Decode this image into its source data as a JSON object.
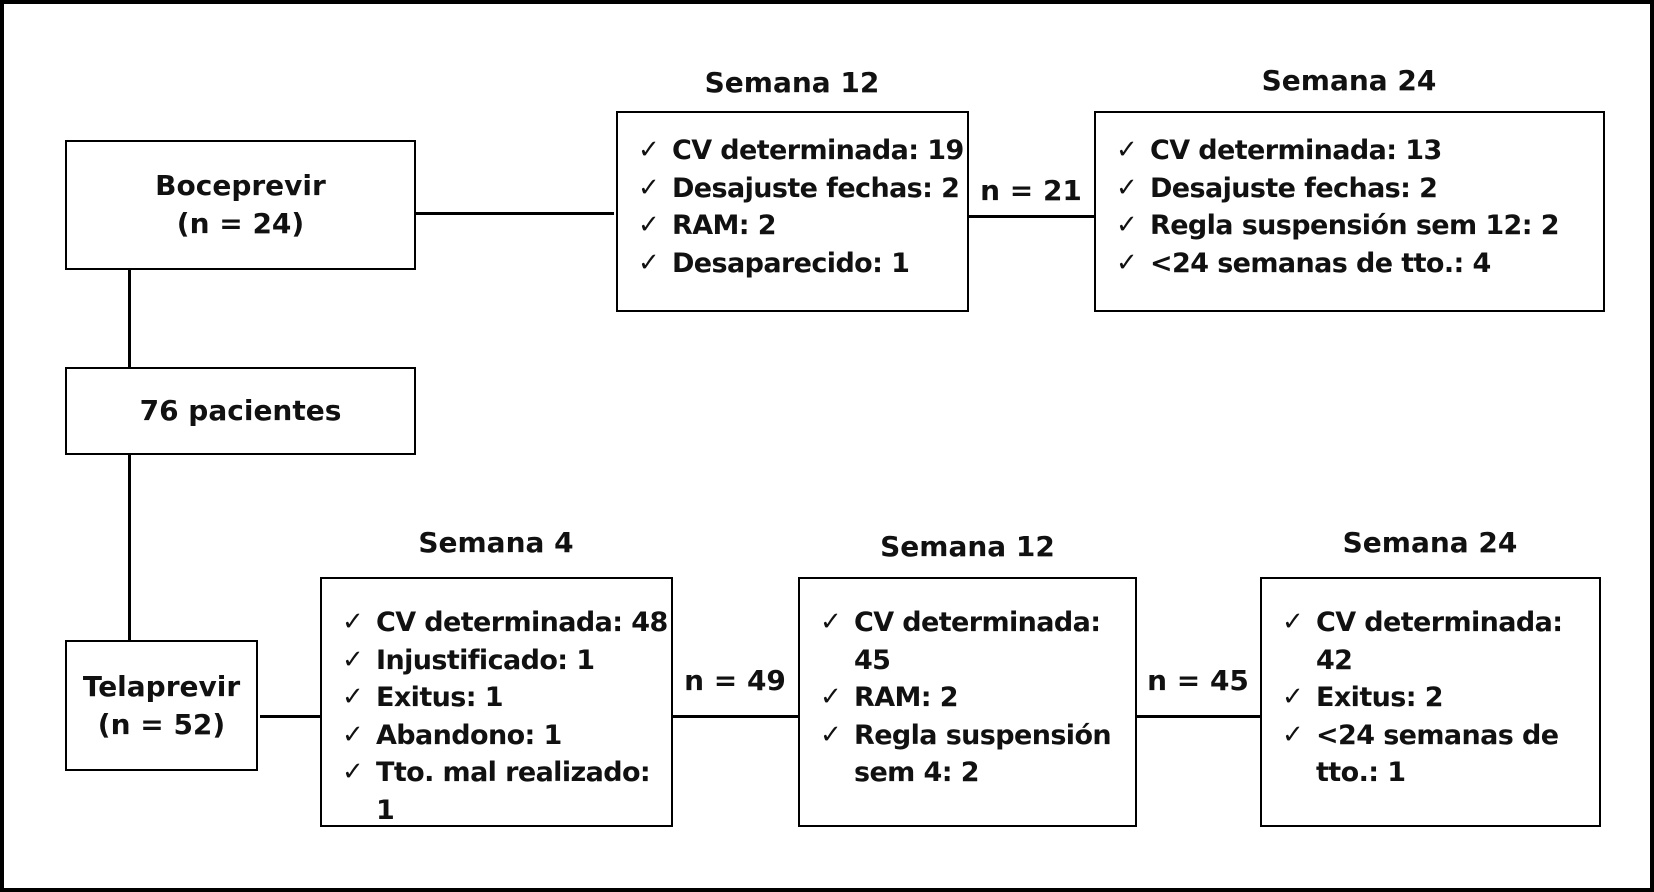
{
  "check_icon": "✓",
  "bocep": {
    "name": "Boceprevir",
    "n": "(n = 24)"
  },
  "total": {
    "label": "76 pacientes"
  },
  "telap": {
    "name": "Telaprevir",
    "n": "(n = 52)"
  },
  "boc_w12": {
    "title": "Semana 12",
    "items": [
      "CV determinada: 19",
      "Desajuste fechas: 2",
      "RAM: 2",
      "Desaparecido: 1"
    ]
  },
  "boc_n": "n = 21",
  "boc_w24": {
    "title": "Semana 24",
    "items": [
      "CV determinada: 13",
      "Desajuste fechas: 2",
      "Regla suspensión sem 12: 2",
      "<24 semanas de tto.: 4"
    ]
  },
  "tel_w4": {
    "title": "Semana 4",
    "items": [
      "CV determinada: 48",
      "Injustificado: 1",
      "Exitus: 1",
      "Abandono: 1",
      "Tto. mal realizado: 1"
    ]
  },
  "tel_n1": "n = 49",
  "tel_w12": {
    "title": "Semana 12",
    "items": [
      "CV determinada: 45",
      "RAM: 2",
      "Regla suspensión sem 4: 2"
    ]
  },
  "tel_n2": "n = 45",
  "tel_w24": {
    "title": "Semana 24",
    "items": [
      "CV determinada: 42",
      "Exitus: 2",
      "<24 semanas de tto.: 1"
    ]
  }
}
